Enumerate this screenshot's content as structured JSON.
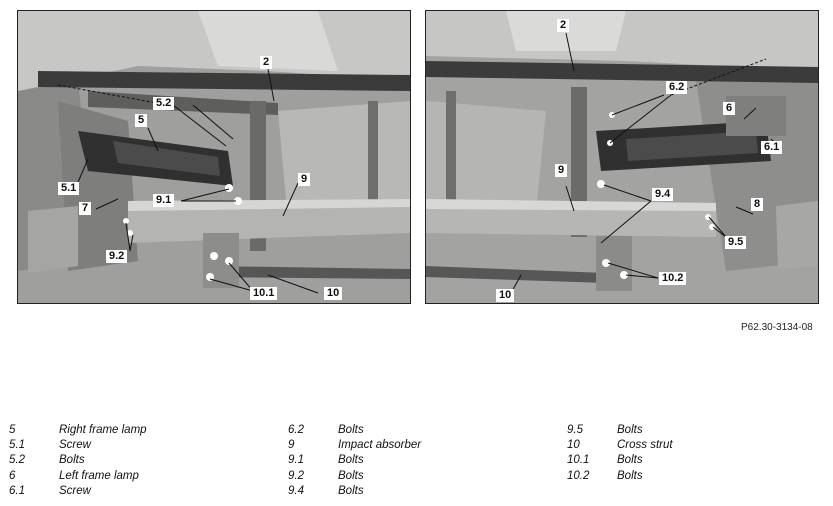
{
  "figure": {
    "reference": "P62.30-3134-08",
    "left_callouts": [
      "2",
      "5.2",
      "5",
      "5.1",
      "7",
      "9.1",
      "9",
      "9.2",
      "10.1",
      "10"
    ],
    "right_callouts": [
      "2",
      "6.2",
      "6",
      "6.1",
      "9",
      "9.4",
      "8",
      "9.5",
      "10.2",
      "10"
    ]
  },
  "legend": [
    [
      {
        "num": "5",
        "label": "Right frame lamp"
      },
      {
        "num": "5.1",
        "label": "Screw"
      },
      {
        "num": "5.2",
        "label": "Bolts"
      },
      {
        "num": "6",
        "label": "Left frame lamp"
      },
      {
        "num": "6.1",
        "label": "Screw"
      }
    ],
    [
      {
        "num": "6.2",
        "label": "Bolts"
      },
      {
        "num": "9",
        "label": "Impact absorber"
      },
      {
        "num": "9.1",
        "label": "Bolts"
      },
      {
        "num": "9.2",
        "label": "Bolts"
      },
      {
        "num": "9.4",
        "label": "Bolts"
      }
    ],
    [
      {
        "num": "9.5",
        "label": "Bolts"
      },
      {
        "num": "10",
        "label": "Cross strut"
      },
      {
        "num": "10.1",
        "label": "Bolts"
      },
      {
        "num": "10.2",
        "label": "Bolts"
      }
    ]
  ]
}
